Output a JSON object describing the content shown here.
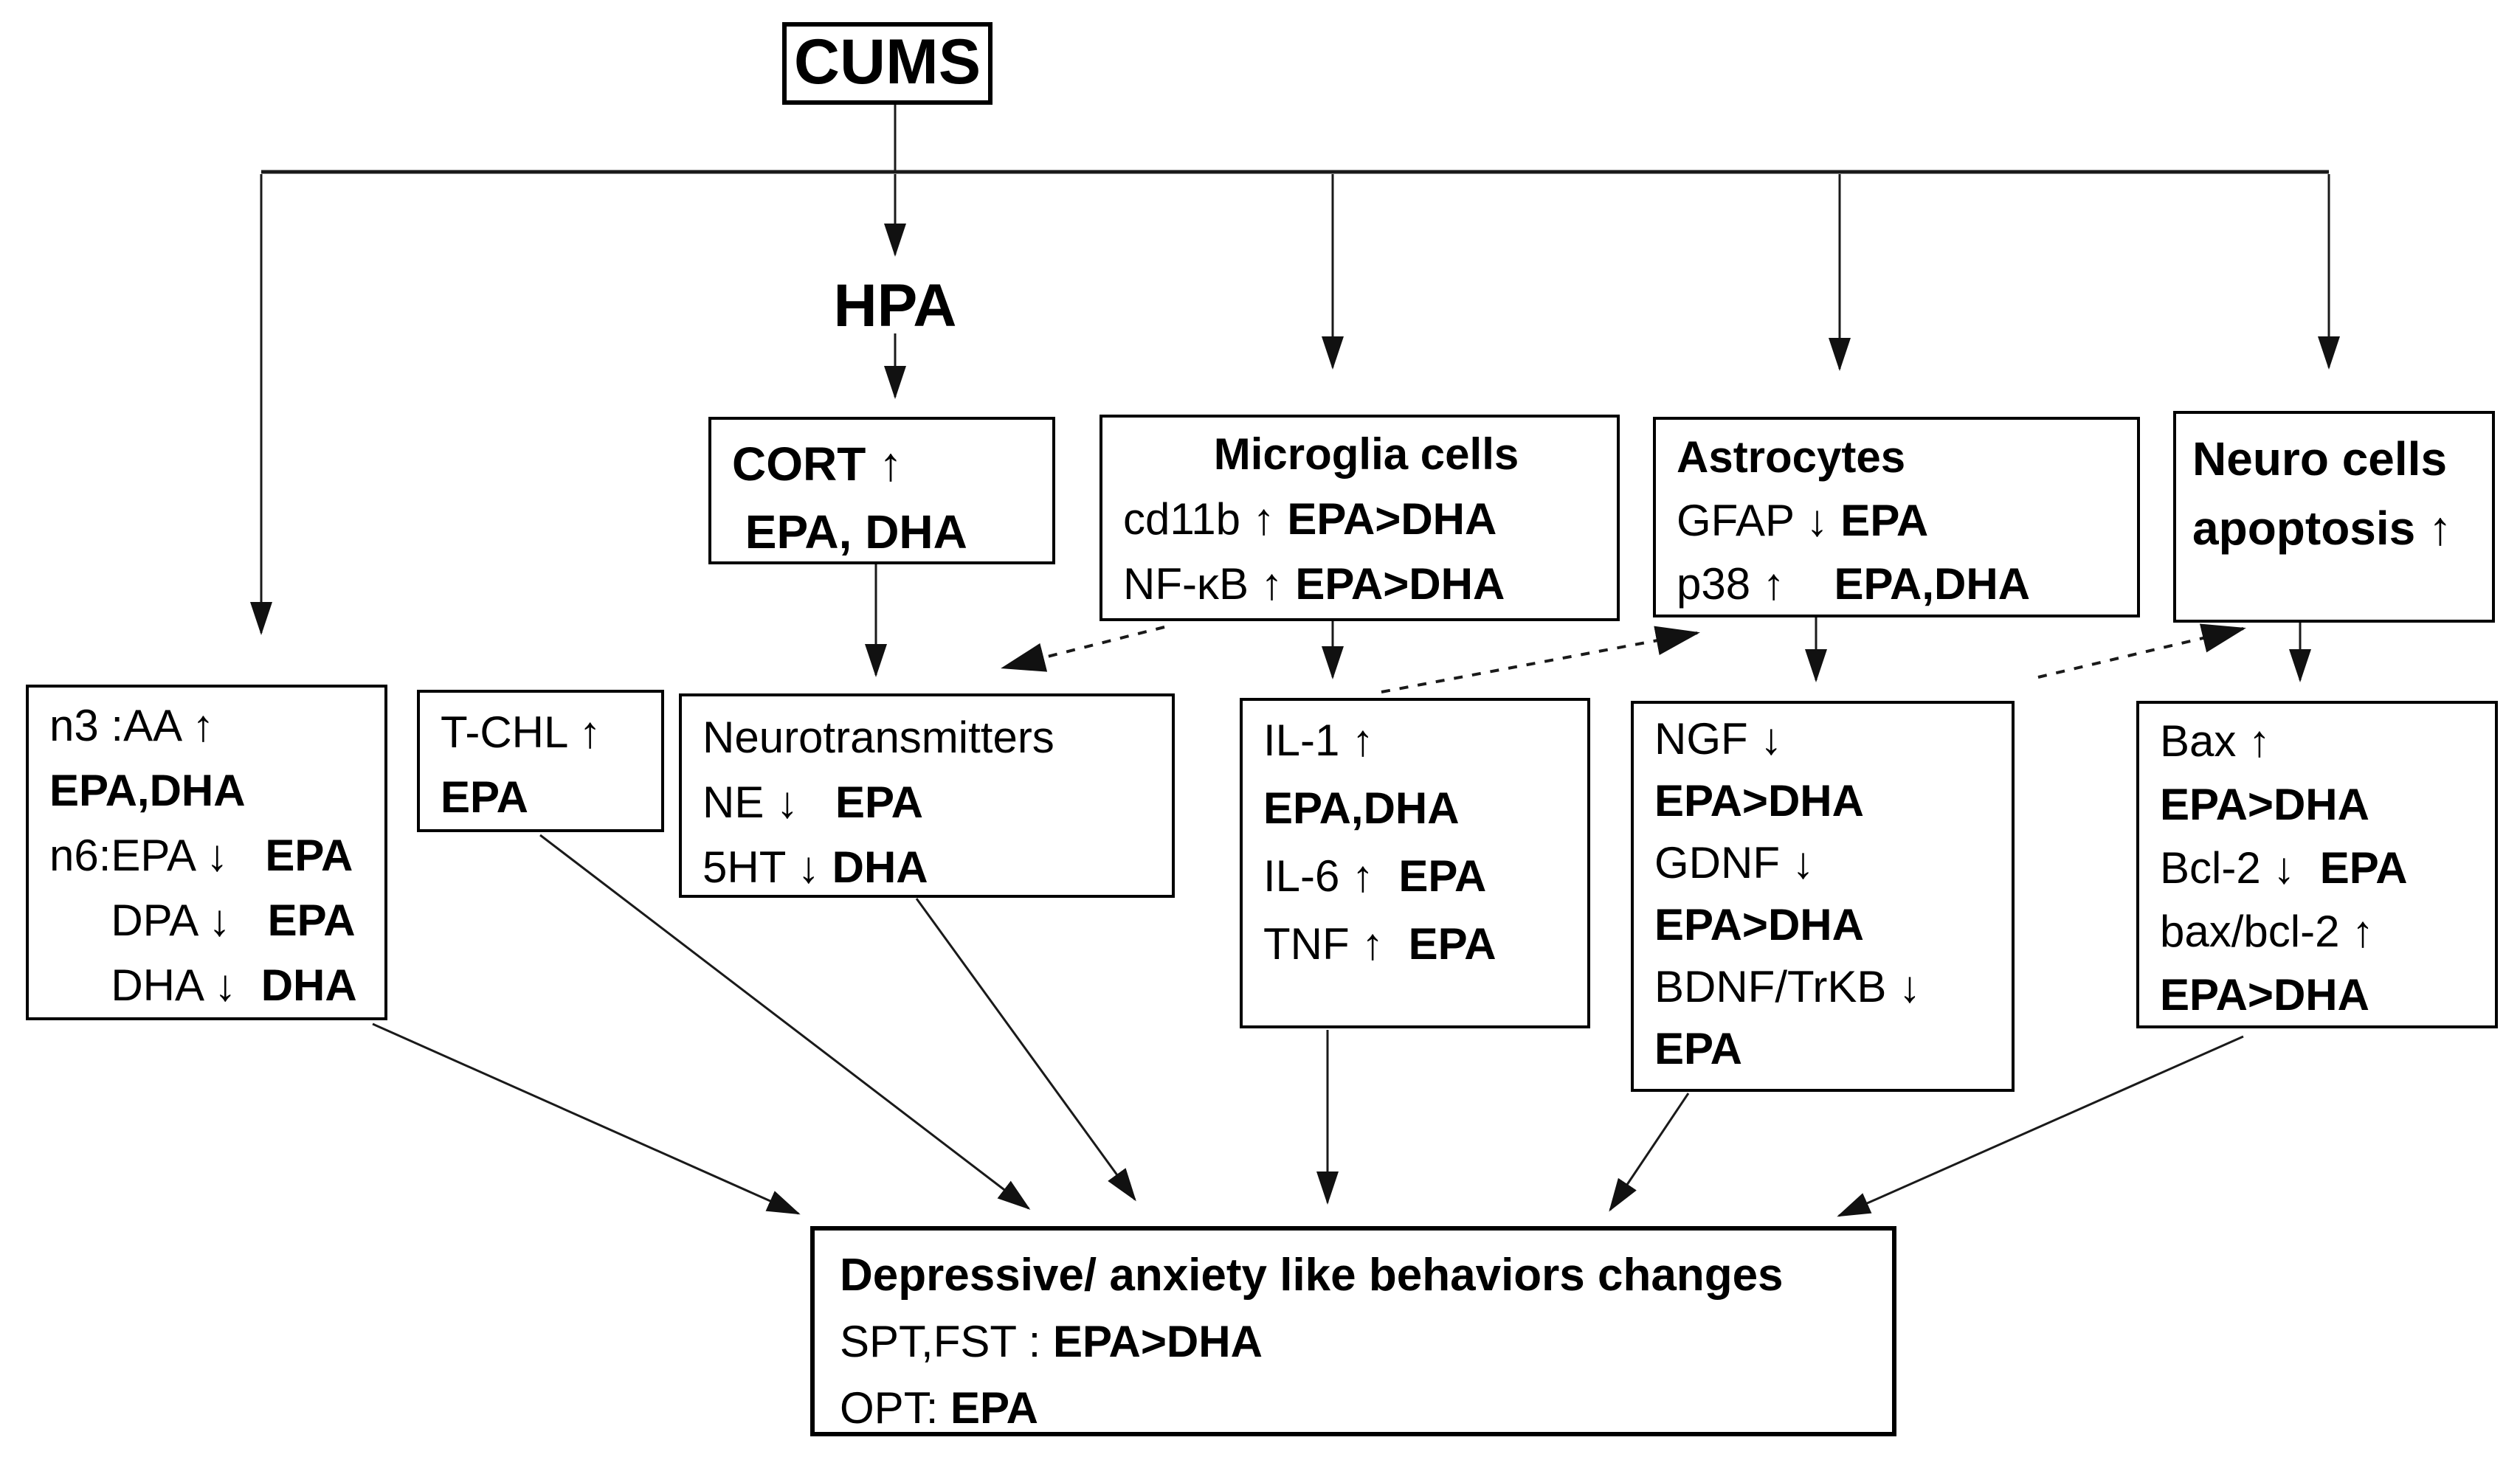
{
  "page": {
    "background": "#ffffff",
    "ink": "#000000"
  },
  "labels": {
    "hpa": "HPA"
  },
  "boxes": {
    "cums": {
      "lines": [
        {
          "align": "center",
          "segs": [
            {
              "t": "CUMS",
              "b": true
            }
          ]
        }
      ]
    },
    "cort": {
      "lines": [
        {
          "segs": [
            {
              "t": "CORT ",
              "b": true
            },
            {
              "t": "↑",
              "b": false
            }
          ]
        },
        {
          "segs": [
            {
              "t": " EPA, DHA",
              "b": true
            }
          ]
        }
      ]
    },
    "microglia": {
      "lines": [
        {
          "align": "center",
          "segs": [
            {
              "t": "Microglia cells",
              "b": true
            }
          ]
        },
        {
          "segs": [
            {
              "t": "cd11b ↑",
              "b": false
            },
            {
              "t": " EPA>DHA",
              "b": true
            }
          ]
        },
        {
          "segs": [
            {
              "t": "NF-κB ↑",
              "b": false
            },
            {
              "t": " EPA>DHA",
              "b": true
            }
          ]
        }
      ]
    },
    "astrocytes": {
      "lines": [
        {
          "segs": [
            {
              "t": "Astrocytes",
              "b": true
            }
          ]
        },
        {
          "segs": [
            {
              "t": "GFAP ↓",
              "b": false
            },
            {
              "t": " EPA",
              "b": true
            }
          ]
        },
        {
          "segs": [
            {
              "t": "p38 ↑",
              "b": false
            },
            {
              "t": "    EPA,DHA",
              "b": true
            }
          ]
        }
      ]
    },
    "neuro": {
      "lines": [
        {
          "segs": [
            {
              "t": "Neuro cells",
              "b": true
            }
          ]
        },
        {
          "segs": [
            {
              "t": "apoptosis ",
              "b": true
            },
            {
              "t": "↑",
              "b": false
            }
          ]
        }
      ]
    },
    "n3": {
      "lines": [
        {
          "segs": [
            {
              "t": "n3 :AA ↑",
              "b": false
            }
          ]
        },
        {
          "segs": [
            {
              "t": "EPA,DHA",
              "b": true
            }
          ]
        },
        {
          "segs": [
            {
              "t": "n6:EPA ↓",
              "b": false
            },
            {
              "t": "   EPA",
              "b": true
            }
          ]
        },
        {
          "segs": [
            {
              "t": "     DPA ↓",
              "b": false
            },
            {
              "t": "   EPA",
              "b": true
            }
          ]
        },
        {
          "segs": [
            {
              "t": "     DHA ↓",
              "b": false
            },
            {
              "t": "  DHA",
              "b": true
            }
          ]
        }
      ]
    },
    "tchl": {
      "lines": [
        {
          "segs": [
            {
              "t": "T-CHL ↑",
              "b": false
            }
          ]
        },
        {
          "segs": [
            {
              "t": "EPA",
              "b": true
            }
          ]
        }
      ]
    },
    "neurot": {
      "lines": [
        {
          "segs": [
            {
              "t": "Neurotransmitters",
              "b": false
            }
          ]
        },
        {
          "segs": [
            {
              "t": "NE ↓",
              "b": false
            },
            {
              "t": "   EPA",
              "b": true
            }
          ]
        },
        {
          "segs": [
            {
              "t": "5HT ↓",
              "b": false
            },
            {
              "t": " DHA",
              "b": true
            }
          ]
        }
      ]
    },
    "il1": {
      "lines": [
        {
          "segs": [
            {
              "t": "IL-1 ↑",
              "b": false
            }
          ]
        },
        {
          "segs": [
            {
              "t": "EPA,DHA",
              "b": true
            }
          ]
        },
        {
          "segs": [
            {
              "t": "IL-6 ↑",
              "b": false
            },
            {
              "t": "  EPA",
              "b": true
            }
          ]
        },
        {
          "segs": [
            {
              "t": "TNF ↑",
              "b": false
            },
            {
              "t": "  EPA",
              "b": true
            }
          ]
        }
      ]
    },
    "ngf": {
      "lines": [
        {
          "segs": [
            {
              "t": "NGF ↓",
              "b": false
            }
          ]
        },
        {
          "segs": [
            {
              "t": "EPA>DHA",
              "b": true
            }
          ]
        },
        {
          "segs": [
            {
              "t": "GDNF ↓",
              "b": false
            }
          ]
        },
        {
          "segs": [
            {
              "t": "EPA>DHA",
              "b": true
            }
          ]
        },
        {
          "segs": [
            {
              "t": "BDNF/TrKB ↓",
              "b": false
            }
          ]
        },
        {
          "segs": [
            {
              "t": "EPA",
              "b": true
            }
          ]
        }
      ]
    },
    "bax": {
      "lines": [
        {
          "segs": [
            {
              "t": "Bax ↑",
              "b": false
            }
          ]
        },
        {
          "segs": [
            {
              "t": "EPA>DHA",
              "b": true
            }
          ]
        },
        {
          "segs": [
            {
              "t": "Bcl-2 ↓",
              "b": false
            },
            {
              "t": "  EPA",
              "b": true
            }
          ]
        },
        {
          "segs": [
            {
              "t": "bax/bcl-2 ↑",
              "b": false
            }
          ]
        },
        {
          "segs": [
            {
              "t": "EPA>DHA",
              "b": true
            }
          ]
        }
      ]
    },
    "behaviors": {
      "lines": [
        {
          "segs": [
            {
              "t": "Depressive/ anxiety like behaviors changes",
              "b": true
            }
          ]
        },
        {
          "segs": [
            {
              "t": "SPT,FST : ",
              "b": false
            },
            {
              "t": "EPA>DHA",
              "b": true
            }
          ]
        },
        {
          "segs": [
            {
              "t": "OPT: ",
              "b": false
            },
            {
              "t": "EPA",
              "b": true
            }
          ]
        }
      ]
    }
  }
}
